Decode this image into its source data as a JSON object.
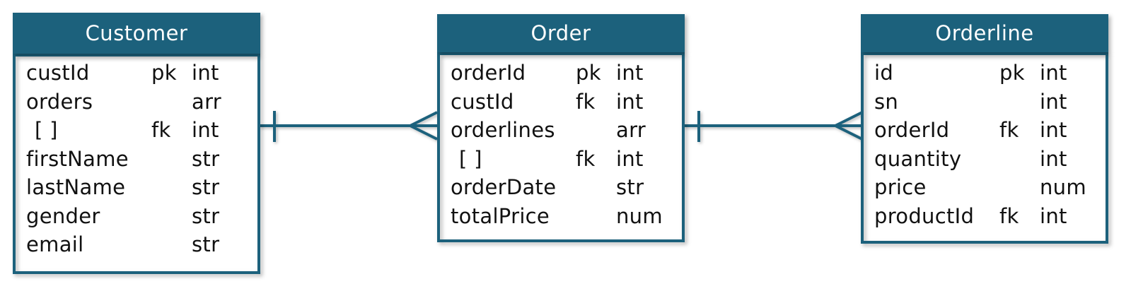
{
  "diagram": {
    "type": "entity-relationship",
    "notation": "crow-foot",
    "colors": {
      "accent": "#1c617c",
      "entity_header_text": "#ffffff",
      "field_text": "#111111",
      "entity_body_fill": "#ffffff",
      "page_background": "#ffffff"
    },
    "entities": [
      {
        "name": "Customer",
        "fields": [
          {
            "name": "custId",
            "key": "pk",
            "type": "int",
            "indent": false
          },
          {
            "name": "orders",
            "key": "",
            "type": "arr",
            "indent": false
          },
          {
            "name": "[ ]",
            "key": "fk",
            "type": "int",
            "indent": true
          },
          {
            "name": "firstName",
            "key": "",
            "type": "str",
            "indent": false
          },
          {
            "name": "lastName",
            "key": "",
            "type": "str",
            "indent": false
          },
          {
            "name": "gender",
            "key": "",
            "type": "str",
            "indent": false
          },
          {
            "name": "email",
            "key": "",
            "type": "str",
            "indent": false
          }
        ]
      },
      {
        "name": "Order",
        "fields": [
          {
            "name": "orderId",
            "key": "pk",
            "type": "int",
            "indent": false
          },
          {
            "name": "custId",
            "key": "fk",
            "type": "int",
            "indent": false
          },
          {
            "name": "orderlines",
            "key": "",
            "type": "arr",
            "indent": false
          },
          {
            "name": "[ ]",
            "key": "fk",
            "type": "int",
            "indent": true
          },
          {
            "name": "orderDate",
            "key": "",
            "type": "str",
            "indent": false
          },
          {
            "name": "totalPrice",
            "key": "",
            "type": "num",
            "indent": false
          }
        ]
      },
      {
        "name": "Orderline",
        "fields": [
          {
            "name": "id",
            "key": "pk",
            "type": "int",
            "indent": false
          },
          {
            "name": "sn",
            "key": "",
            "type": "int",
            "indent": false
          },
          {
            "name": "orderId",
            "key": "fk",
            "type": "int",
            "indent": false
          },
          {
            "name": "quantity",
            "key": "",
            "type": "int",
            "indent": false
          },
          {
            "name": "price",
            "key": "",
            "type": "num",
            "indent": false
          },
          {
            "name": "productId",
            "key": "fk",
            "type": "int",
            "indent": false
          }
        ]
      }
    ],
    "relationships": [
      {
        "from": "Customer",
        "to": "Order",
        "from_cardinality": "one",
        "to_cardinality": "many"
      },
      {
        "from": "Order",
        "to": "Orderline",
        "from_cardinality": "one",
        "to_cardinality": "many"
      }
    ]
  }
}
